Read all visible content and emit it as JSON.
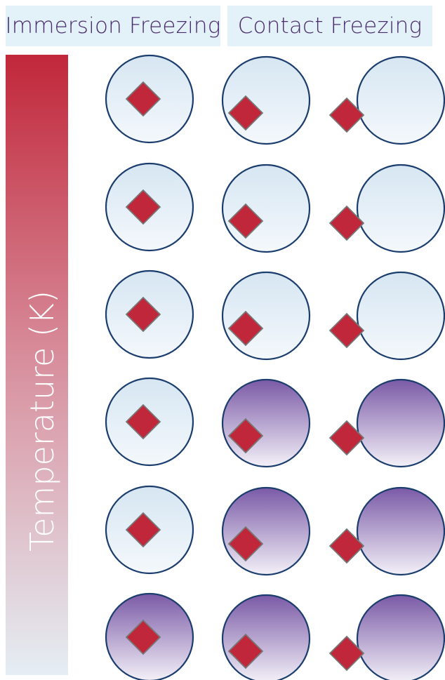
{
  "headers": {
    "immersion": "Immersion Freezing",
    "contact": "Contact Freezing"
  },
  "temperature_axis": {
    "label": "Temperature (K)",
    "gradient_top_color": "#c1273a",
    "gradient_bottom_color": "#e5eef4"
  },
  "colors": {
    "liquid_top": "#d6e6f2",
    "liquid_bottom": "#f4f8fc",
    "frozen_top": "#7a5aa6",
    "frozen_bottom": "#f3f0f8",
    "droplet_outline": "#1a3d6d",
    "particle_fill": "#c1273a",
    "particle_outline": "#777777"
  },
  "rows": [
    {
      "immersion": "liquid",
      "contact_inside": "liquid",
      "contact_outside": "liquid"
    },
    {
      "immersion": "liquid",
      "contact_inside": "liquid",
      "contact_outside": "liquid"
    },
    {
      "immersion": "liquid",
      "contact_inside": "liquid",
      "contact_outside": "liquid"
    },
    {
      "immersion": "liquid",
      "contact_inside": "frozen",
      "contact_outside": "frozen"
    },
    {
      "immersion": "liquid",
      "contact_inside": "frozen",
      "contact_outside": "frozen"
    },
    {
      "immersion": "frozen",
      "contact_inside": "frozen",
      "contact_outside": "frozen"
    }
  ]
}
